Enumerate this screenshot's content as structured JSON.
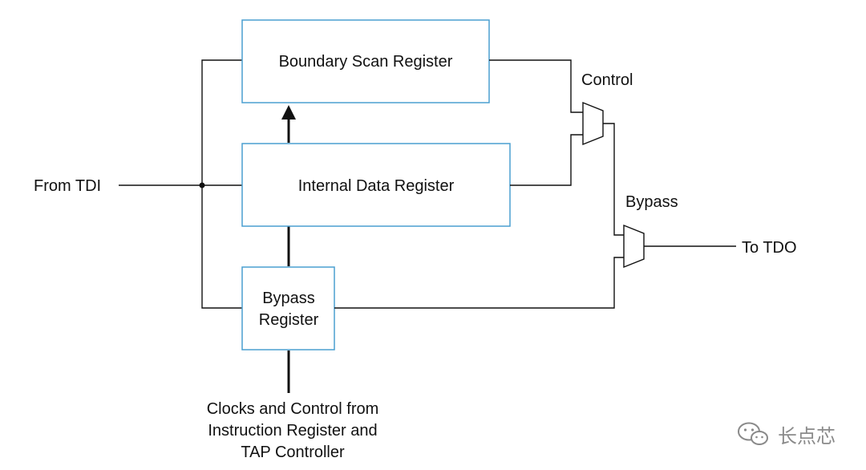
{
  "boxes": {
    "boundary_scan": "Boundary Scan Register",
    "internal_data": "Internal Data Register",
    "bypass_line1": "Bypass",
    "bypass_line2": "Register"
  },
  "labels": {
    "from_tdi": "From TDI",
    "to_tdo": "To TDO",
    "control": "Control",
    "bypass_mux": "Bypass",
    "clocks_line1": "Clocks and Control from",
    "clocks_line2": "Instruction Register and",
    "clocks_line3": "TAP Controller"
  },
  "watermark": {
    "text": "长点芯",
    "icon": "wechat-icon"
  },
  "colors": {
    "box_border": "#4a9fd1",
    "wire": "#111111",
    "watermark": "#8a8a8a"
  }
}
